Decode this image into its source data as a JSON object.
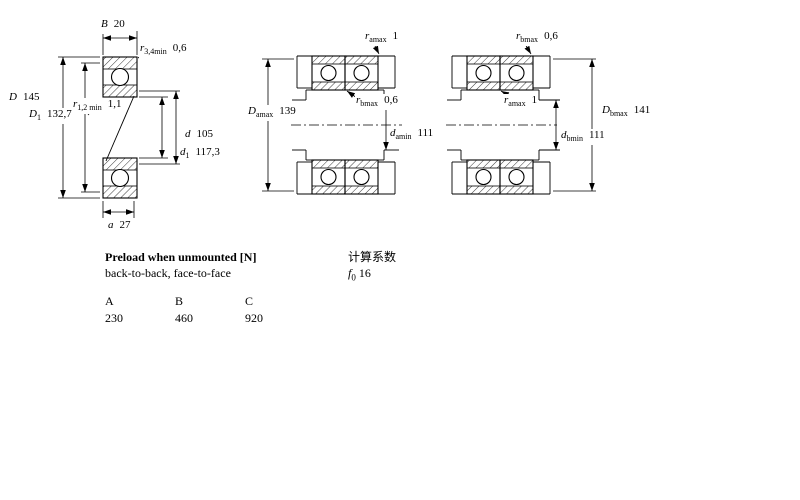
{
  "left_drawing": {
    "b": {
      "sym": "B",
      "sub": "",
      "val": "20"
    },
    "r34": {
      "sym": "r",
      "sub": "3,4min",
      "val": "0,6"
    },
    "D": {
      "sym": "D",
      "sub": "",
      "val": "145"
    },
    "D1": {
      "sym": "D",
      "sub": "1",
      "val": "132,7"
    },
    "r12": {
      "sym": "r",
      "sub": "1,2 min",
      "val": "1,1"
    },
    "d": {
      "sym": "d",
      "sub": "",
      "val": "105"
    },
    "d1": {
      "sym": "d",
      "sub": "1",
      "val": "117,3"
    },
    "a": {
      "sym": "a",
      "sub": "",
      "val": "27"
    }
  },
  "middle_drawing": {
    "ra": {
      "sym": "r",
      "sub": "amax",
      "val": "1"
    },
    "Da": {
      "sym": "D",
      "sub": "amax",
      "val": "139"
    },
    "rb": {
      "sym": "r",
      "sub": "bmax",
      "val": "0,6"
    },
    "da": {
      "sym": "d",
      "sub": "amin",
      "val": "111"
    }
  },
  "right_drawing": {
    "rb": {
      "sym": "r",
      "sub": "bmax",
      "val": "0,6"
    },
    "ra": {
      "sym": "r",
      "sub": "amax",
      "val": "1"
    },
    "Db": {
      "sym": "D",
      "sub": "bmax",
      "val": "141"
    },
    "db": {
      "sym": "d",
      "sub": "bmin",
      "val": "111"
    }
  },
  "preload": {
    "title": "Preload when unmounted [N]",
    "subtitle": "back-to-back, face-to-face",
    "calc_title": "计算系数",
    "f0": {
      "sym": "f",
      "sub": "0",
      "val": "16"
    },
    "table": {
      "headers": [
        "A",
        "B",
        "C"
      ],
      "values": [
        "230",
        "460",
        "920"
      ]
    }
  }
}
